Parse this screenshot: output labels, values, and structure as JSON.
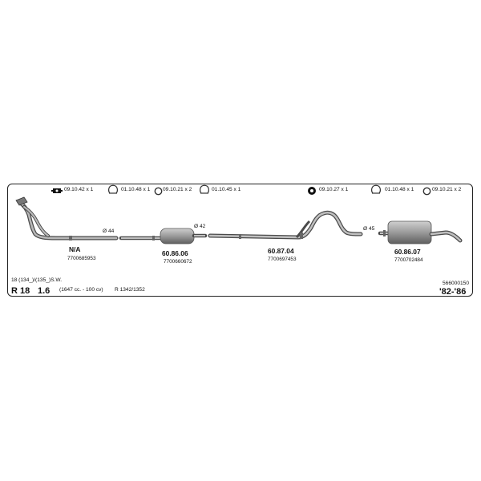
{
  "accessories": [
    {
      "code": "09.10.42 x 1",
      "icon": "hanger-rubber-icon"
    },
    {
      "code": "01.10.48 x 1",
      "icon": "clamp-icon"
    },
    {
      "code": "09.10.21 x 2",
      "icon": "ring-icon"
    },
    {
      "code": "01.10.45 x 1",
      "icon": "clamp-icon"
    },
    {
      "code": "09.10.27 x 1",
      "icon": "hanger-rubber-icon"
    },
    {
      "code": "01.10.48 x 1",
      "icon": "clamp-icon"
    },
    {
      "code": "09.10.21 x 2",
      "icon": "ring-icon"
    }
  ],
  "parts": [
    {
      "label": "N/A",
      "oem": "7700685953"
    },
    {
      "label": "60.86.06",
      "oem": "7700660672"
    },
    {
      "label": "60.87.04",
      "oem": "7700697453"
    },
    {
      "label": "60.86.07",
      "oem": "7700702484"
    }
  ],
  "diameters": [
    "Ø 44",
    "Ø 42",
    "Ø 45"
  ],
  "vehicle": {
    "variant": "18 (134_)/(135_)S.W.",
    "model": "R 18",
    "engine_size": "1.6",
    "engine_details": "(1647 cc. - 100 cv)",
    "engine_codes": "R 1342/1352",
    "years": "'82-'86"
  },
  "set_number": "566000150",
  "colors": {
    "pipe": "#8c8c8c",
    "pipe_dark": "#555555",
    "muffler": "#9a9a9a",
    "frame": "#222222"
  }
}
